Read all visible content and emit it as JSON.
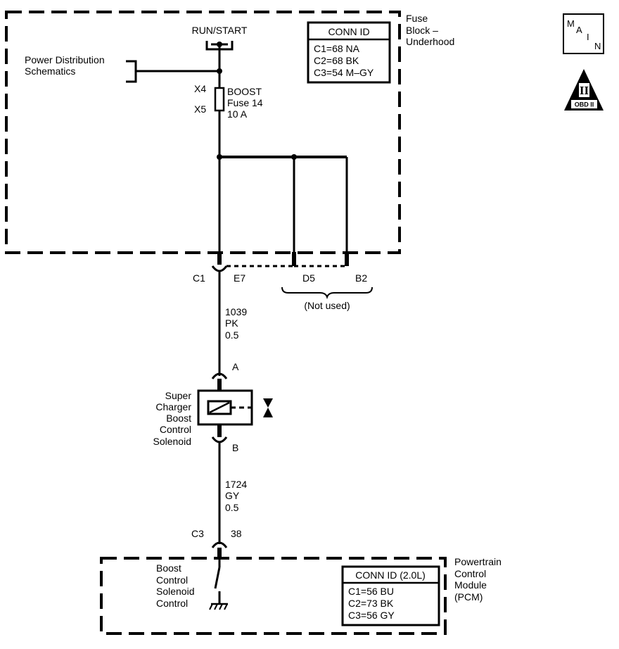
{
  "run_start": "RUN/START",
  "power_dist": [
    "Power Distribution",
    "Schematics"
  ],
  "fuse_block_label": [
    "Fuse",
    "Block –",
    "Underhood"
  ],
  "fuse_conn": {
    "title": "CONN ID",
    "rows": [
      "C1=68 NA",
      "C2=68 BK",
      "C3=54 M–GY"
    ]
  },
  "fuse": {
    "x4": "X4",
    "x5": "X5",
    "name": [
      "BOOST",
      "Fuse 14",
      "10 A"
    ]
  },
  "connectors_top": {
    "c1": "C1",
    "e7": "E7",
    "d5": "D5",
    "b2": "B2",
    "not_used": "(Not used)"
  },
  "wire1": [
    "1039",
    "PK",
    "0.5"
  ],
  "solenoid": {
    "pin_a": "A",
    "pin_b": "B",
    "name": [
      "Super",
      "Charger",
      "Boost",
      "Control",
      "Solenoid"
    ]
  },
  "wire2": [
    "1724",
    "GY",
    "0.5"
  ],
  "connectors_bottom": {
    "c3": "C3",
    "pin": "38"
  },
  "pcm_internal": [
    "Boost",
    "Control",
    "Solenoid",
    "Control"
  ],
  "pcm_label": [
    "Powertrain",
    "Control",
    "Module",
    "(PCM)"
  ],
  "pcm_conn": {
    "title": "CONN ID (2.0L)",
    "rows": [
      "C1=56 BU",
      "C2=73 BK",
      "C3=56 GY"
    ]
  },
  "main_icon": [
    "M",
    "A",
    "I",
    "N"
  ],
  "obd_icon": {
    "numeral": "II",
    "text": "OBD II"
  }
}
